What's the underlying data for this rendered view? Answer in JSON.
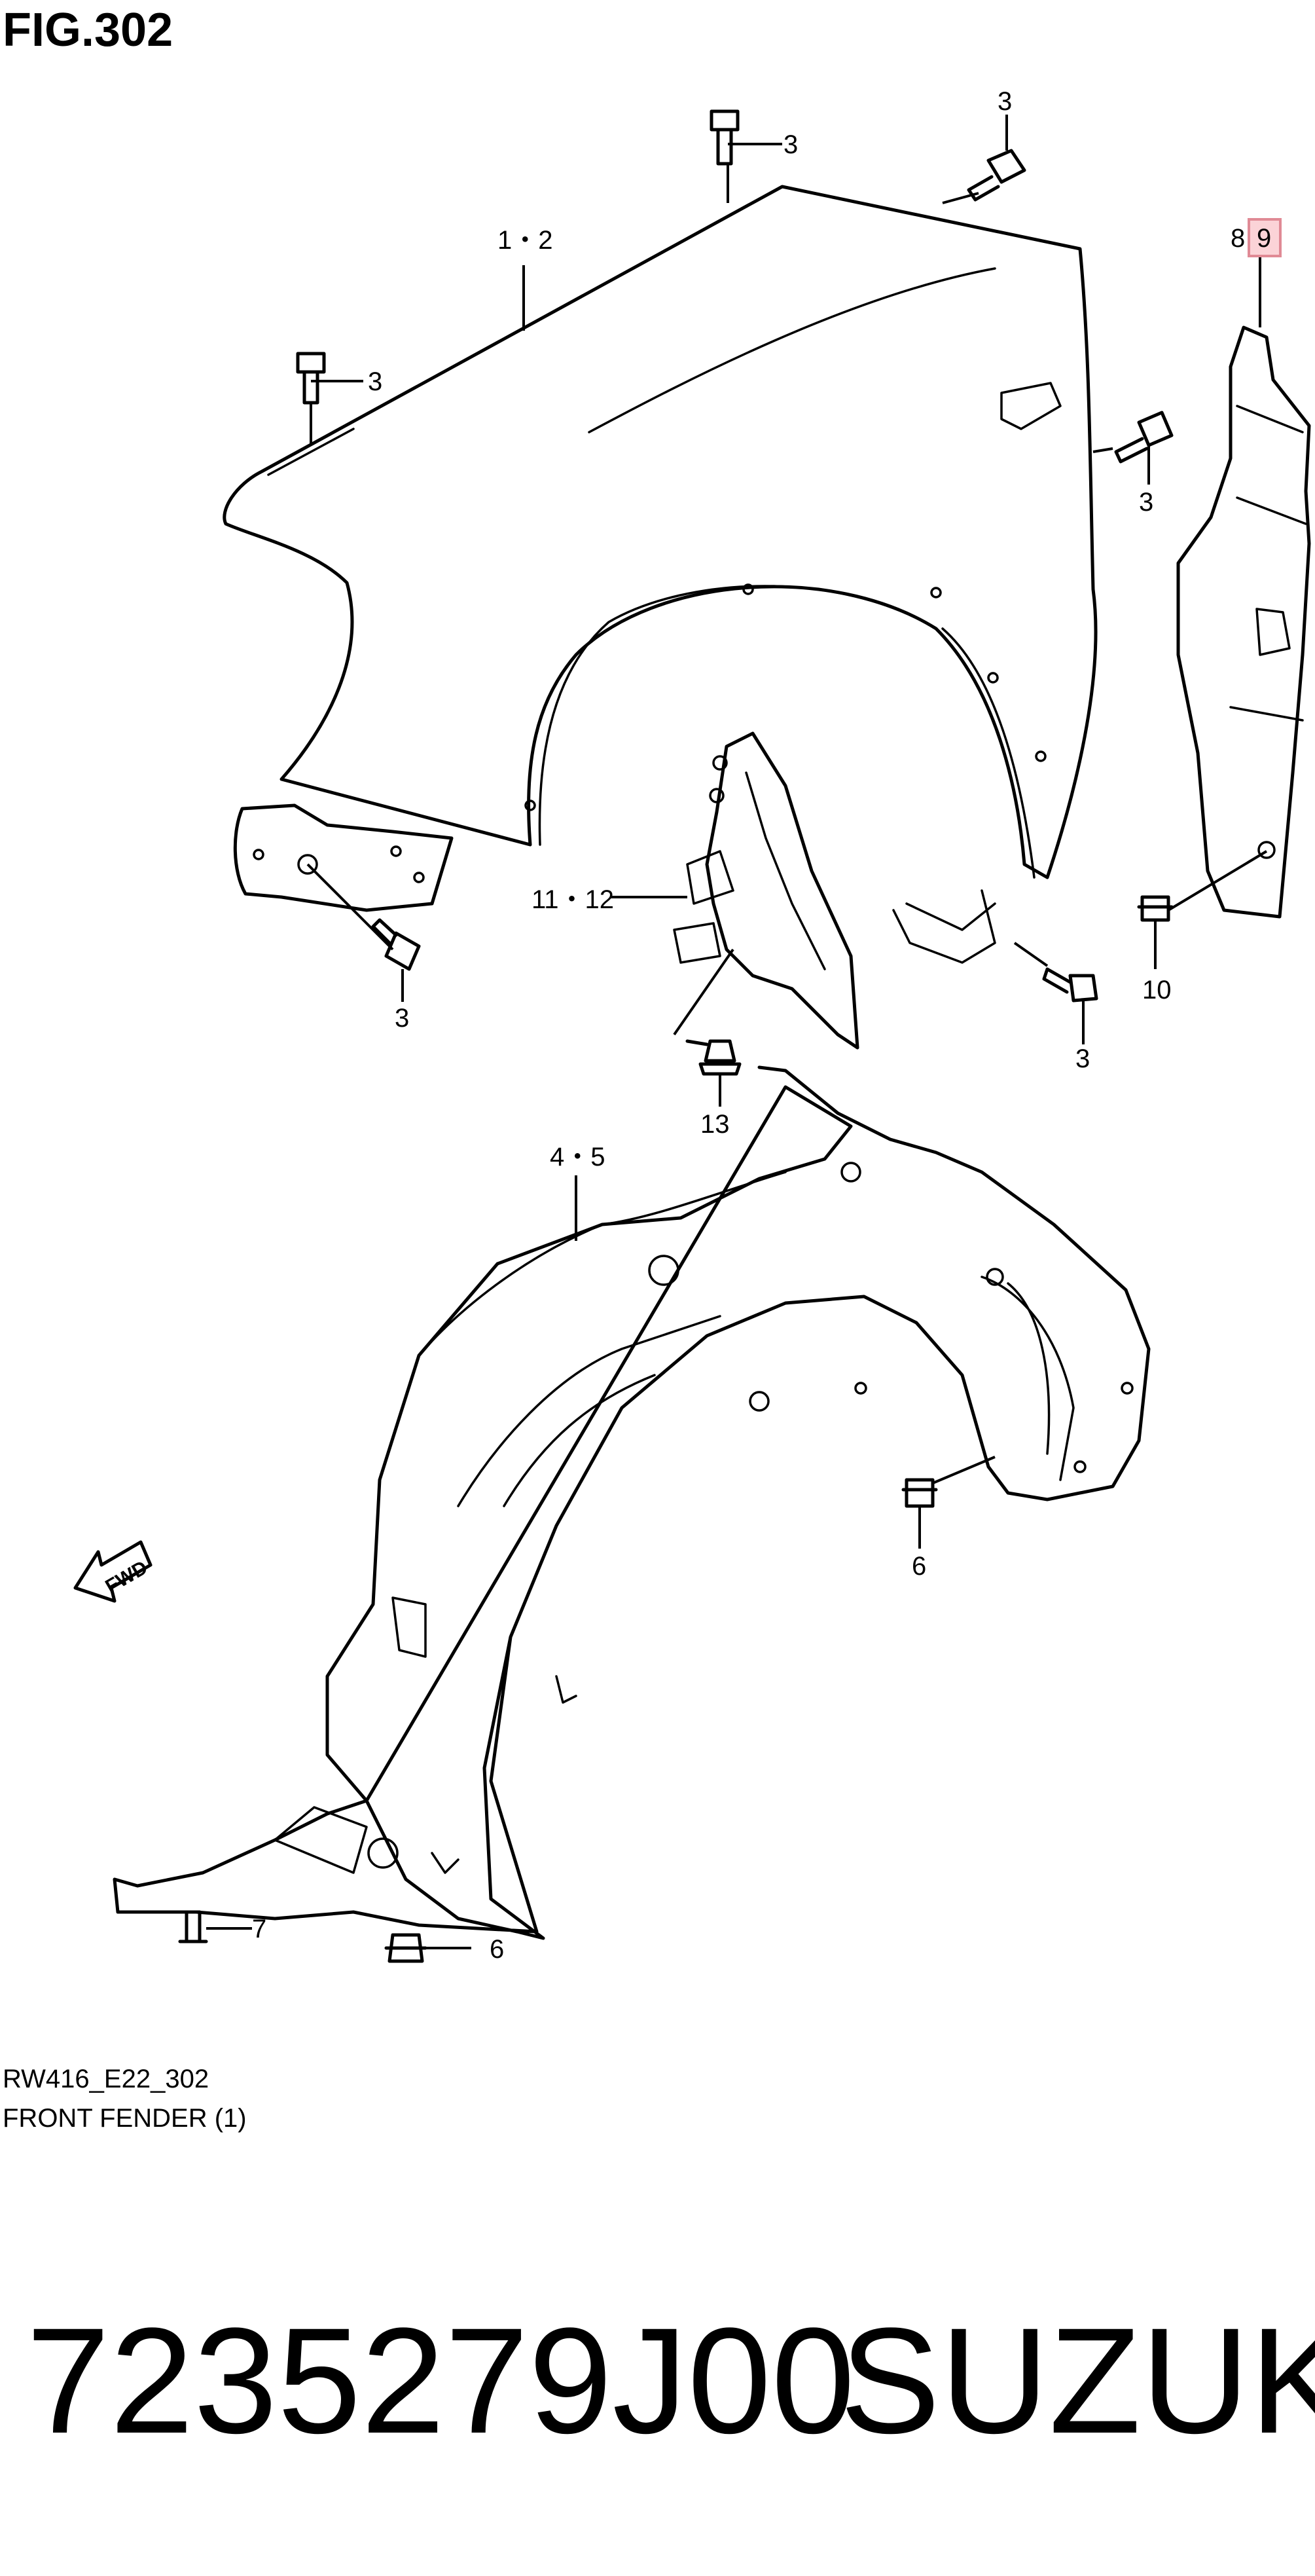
{
  "figure": {
    "title": "FIG.302",
    "code": "RW416_E22_302",
    "caption": "FRONT FENDER (1)"
  },
  "callouts": {
    "c_1_2": "1・2",
    "c_3": "3",
    "c_4_5": "4・5",
    "c_6": "6",
    "c_7": "7",
    "c_8": "8",
    "c_9": "9",
    "c_10": "10",
    "c_11_12": "11・12",
    "c_13": "13",
    "fwd": "FWD"
  },
  "footer": {
    "part_number": "7235279J00",
    "brand": "SUZUKI"
  },
  "colors": {
    "highlight_fill": "#fbd3d7",
    "highlight_border": "#e08a95",
    "line": "#000000"
  }
}
